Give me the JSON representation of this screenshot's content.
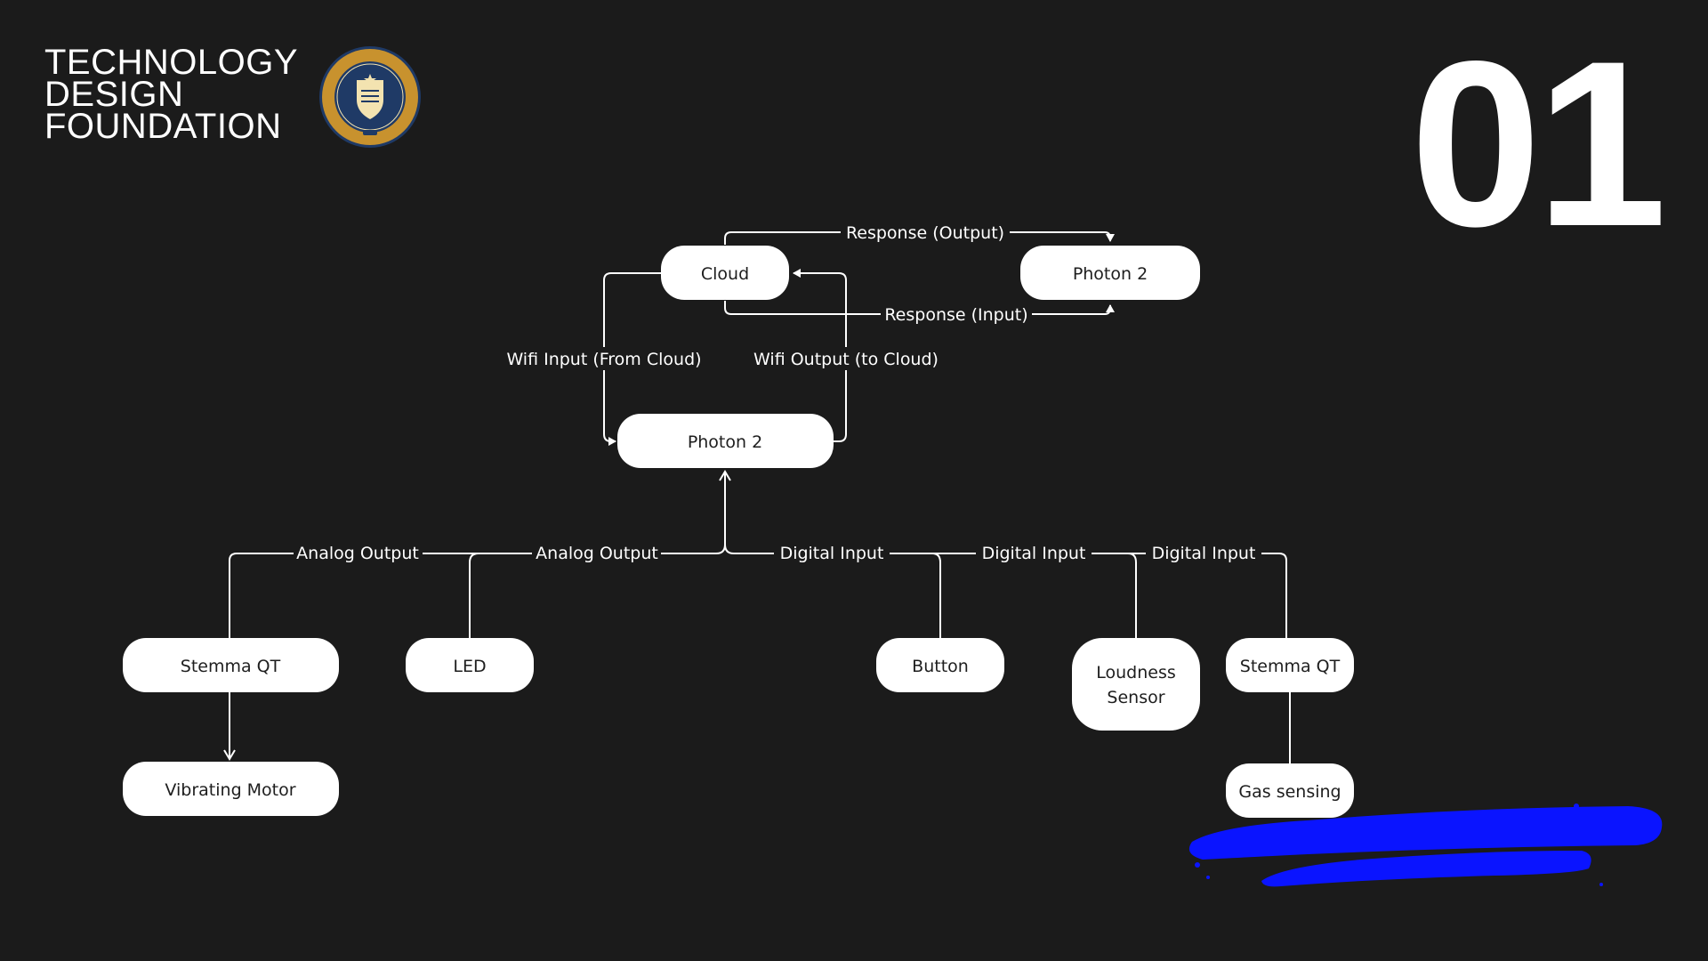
{
  "brand": {
    "line1": "TECHNOLOGY",
    "line2": "DESIGN",
    "line3": "FOUNDATION",
    "seal_icon": "university-seal-icon",
    "seal_colors": {
      "ring": "#c8922e",
      "inner": "#1f3a66",
      "text": "#f3e3b0"
    }
  },
  "page_number": "01",
  "accent_color": "#0a14ff",
  "nodes": {
    "cloud": "Cloud",
    "photon_top": "Photon 2",
    "photon_main": "Photon 2",
    "stemma_left": "Stemma QT",
    "led": "LED",
    "vibrating_motor": "Vibrating Motor",
    "button": "Button",
    "loudness_line1": "Loudness",
    "loudness_line2": "Sensor",
    "stemma_right": "Stemma QT",
    "gas_sensing": "Gas sensing"
  },
  "edge_labels": {
    "response_output": "Response (Output)",
    "response_input": "Response (Input)",
    "wifi_input": "Wifi Input (From Cloud)",
    "wifi_output": "Wifi Output (to Cloud)",
    "analog_output_1": "Analog Output",
    "analog_output_2": "Analog Output",
    "digital_input_1": "Digital Input",
    "digital_input_2": "Digital Input",
    "digital_input_3": "Digital Input"
  }
}
